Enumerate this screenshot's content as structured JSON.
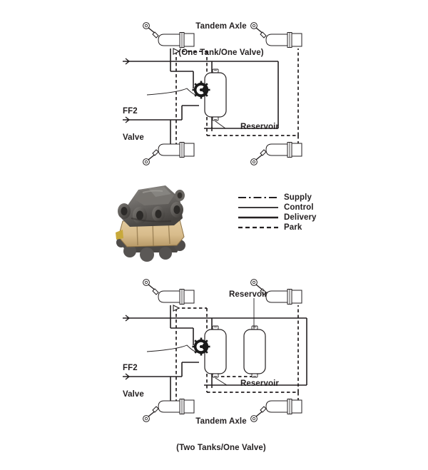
{
  "document": {
    "kind": "pneumatic-brake-schematic",
    "subject": "FF2 Valve"
  },
  "diagrams": [
    {
      "id": "top",
      "title_line1": "Tandem Axle",
      "title_line2": "(One Tank/One Valve)",
      "title_position": "above",
      "valve_label_line1": "FF2",
      "valve_label_line2": "Valve",
      "reservoir_labels": [
        "Reservoir"
      ],
      "brake_chamber_count": 4,
      "reservoir_count": 1,
      "valve_count": 1
    },
    {
      "id": "bottom",
      "title_line1": "Tandem Axle",
      "title_line2": "(Two Tanks/One Valve)",
      "title_position": "below",
      "valve_label_line1": "FF2",
      "valve_label_line2": "Valve",
      "reservoir_labels": [
        "Reservoir",
        "Reservoir"
      ],
      "brake_chamber_count": 4,
      "reservoir_count": 2,
      "valve_count": 1
    }
  ],
  "legend": {
    "items": [
      {
        "label": "Supply",
        "style": "dash-dot",
        "color": "#231f20"
      },
      {
        "label": "Control",
        "style": "solid",
        "color": "#231f20"
      },
      {
        "label": "Delivery",
        "style": "solid",
        "color": "#231f20"
      },
      {
        "label": "Park",
        "style": "dashed",
        "color": "#231f20"
      }
    ]
  },
  "photo": {
    "alt": "FF2 valve assembly",
    "body_color": "#6e6b68",
    "base_color": "#d8bc8c",
    "accent_color": "#c8a93a"
  },
  "colors": {
    "line": "#231f20",
    "text": "#231f20",
    "background": "#ffffff",
    "valve_symbol": "#1a1a1a"
  }
}
